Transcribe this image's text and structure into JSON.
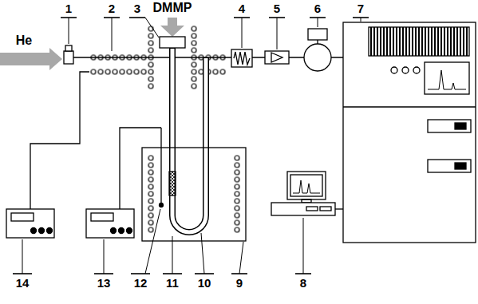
{
  "diagram": {
    "labels": [
      "DMMP",
      "1",
      "2",
      "3",
      "4",
      "5",
      "6",
      "7",
      "He",
      "8",
      "14",
      "13",
      "12",
      "11",
      "10",
      "9"
    ]
  }
}
